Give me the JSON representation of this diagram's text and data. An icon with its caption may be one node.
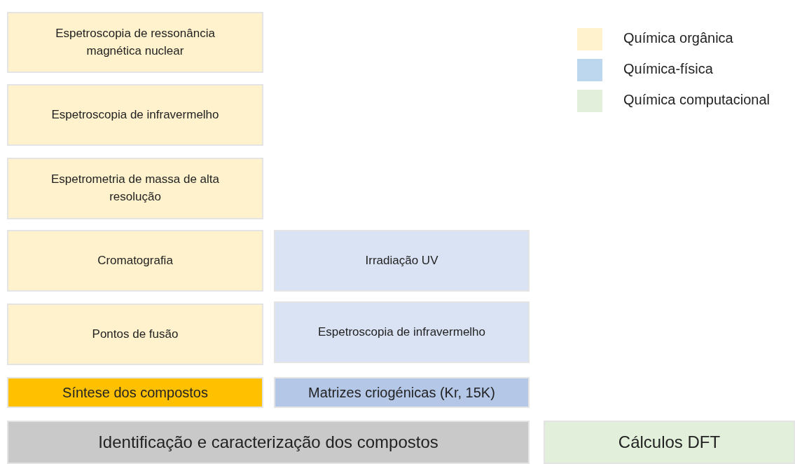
{
  "diagram": {
    "nodes": [
      {
        "text": [
          "Espetroscopia de ressonância magnética nuclear"
        ]
      },
      {
        "text": [
          "Espetroscopia de infravermelho"
        ]
      },
      {
        "text": [
          "Espetrometria de massa de alta resolução"
        ]
      },
      {
        "text": [
          "Cromatografia"
        ]
      },
      {
        "text": [
          "Irradiação UV"
        ]
      },
      {
        "text": [
          "Pontos de fusão"
        ]
      },
      {
        "text": [
          "Espetroscopia de infravermelho"
        ]
      },
      {
        "text": [
          "Síntese dos compostos"
        ]
      },
      {
        "text": [
          "Matrizes criogénicas (Kr, 15K)"
        ]
      },
      {
        "text": [
          "Identificação e caracterização dos compostos"
        ]
      },
      {
        "text": [
          "Cálculos DFT"
        ]
      }
    ],
    "legend": [
      {
        "text": "Química orgânica",
        "color": "#fff2cc"
      },
      {
        "text": "Química-física",
        "color": "#bdd7ee"
      },
      {
        "text": "Química computacional",
        "color": "#e2efda"
      }
    ]
  }
}
